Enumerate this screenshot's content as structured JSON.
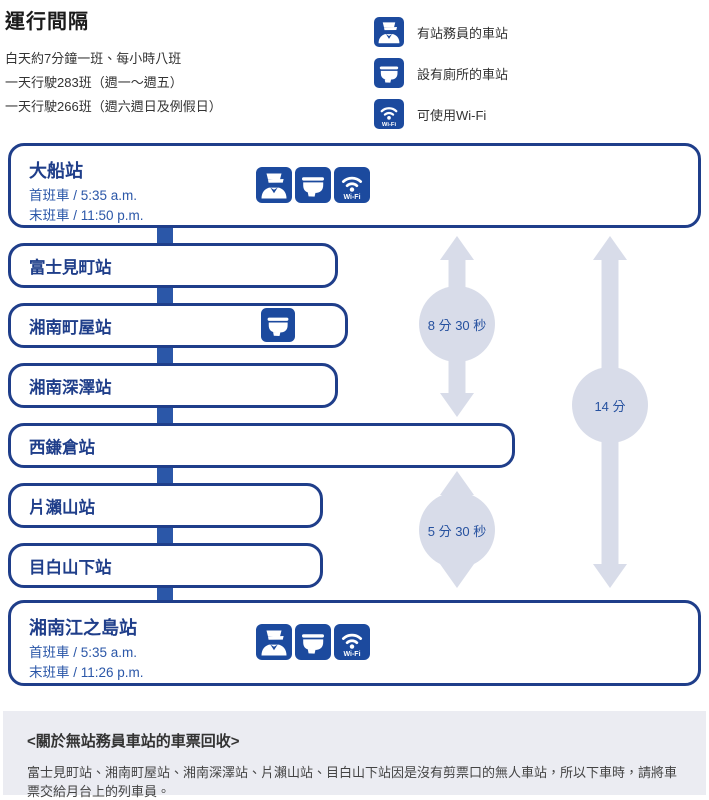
{
  "page": {
    "title": "運行間隔",
    "schedule_lines": [
      "白天約7分鐘一班、每小時八班",
      "一天行駛283班（週一～週五）",
      "一天行駛266班（週六週日及例假日）"
    ]
  },
  "legend": {
    "items": [
      {
        "icon": "staff-icon",
        "label": "有站務員的車站"
      },
      {
        "icon": "toilet-icon",
        "label": "設有廁所的車站"
      },
      {
        "icon": "wifi-icon",
        "label": "可使用Wi-Fi"
      }
    ]
  },
  "route": {
    "stations": [
      {
        "name": "大船站",
        "first_train": "首班車 / 5:35 a.m.",
        "last_train": "末班車 / 11:50 p.m.",
        "facilities": [
          "staff",
          "toilet",
          "wifi"
        ]
      },
      {
        "name": "富士見町站",
        "facilities": []
      },
      {
        "name": "湘南町屋站",
        "facilities": [
          "toilet"
        ]
      },
      {
        "name": "湘南深澤站",
        "facilities": []
      },
      {
        "name": "西鎌倉站",
        "facilities": []
      },
      {
        "name": "片瀨山站",
        "facilities": []
      },
      {
        "name": "目白山下站",
        "facilities": []
      },
      {
        "name": "湘南江之島站",
        "first_train": "首班車 / 5:35 a.m.",
        "last_train": "末班車 / 11:26 p.m.",
        "facilities": [
          "staff",
          "toilet",
          "wifi"
        ]
      }
    ],
    "intervals": [
      {
        "label": "8 分 30 秒",
        "from": "大船站",
        "to": "西鎌倉站"
      },
      {
        "label": "5 分 30 秒",
        "from": "西鎌倉站",
        "to": "湘南江之島站"
      },
      {
        "label": "14 分",
        "from": "大船站",
        "to": "湘南江之島站"
      }
    ]
  },
  "note": {
    "heading": "<關於無站務員車站的車票回收>",
    "body": "富士見町站、湘南町屋站、湘南深澤站、片瀨山站、目白山下站因是沒有剪票口的無人車站，所以下車時，請將車票交給月台上的列車員。"
  },
  "colors": {
    "box_border_navy": "#1f3e8a",
    "connector_blue": "#2b57a8",
    "time_text_blue": "#2b57a8",
    "icon_blue": "#1c4a9e",
    "interval_gray": "#d8dce9",
    "interval_text_blue": "#26519f",
    "note_background": "#ebecf2"
  }
}
